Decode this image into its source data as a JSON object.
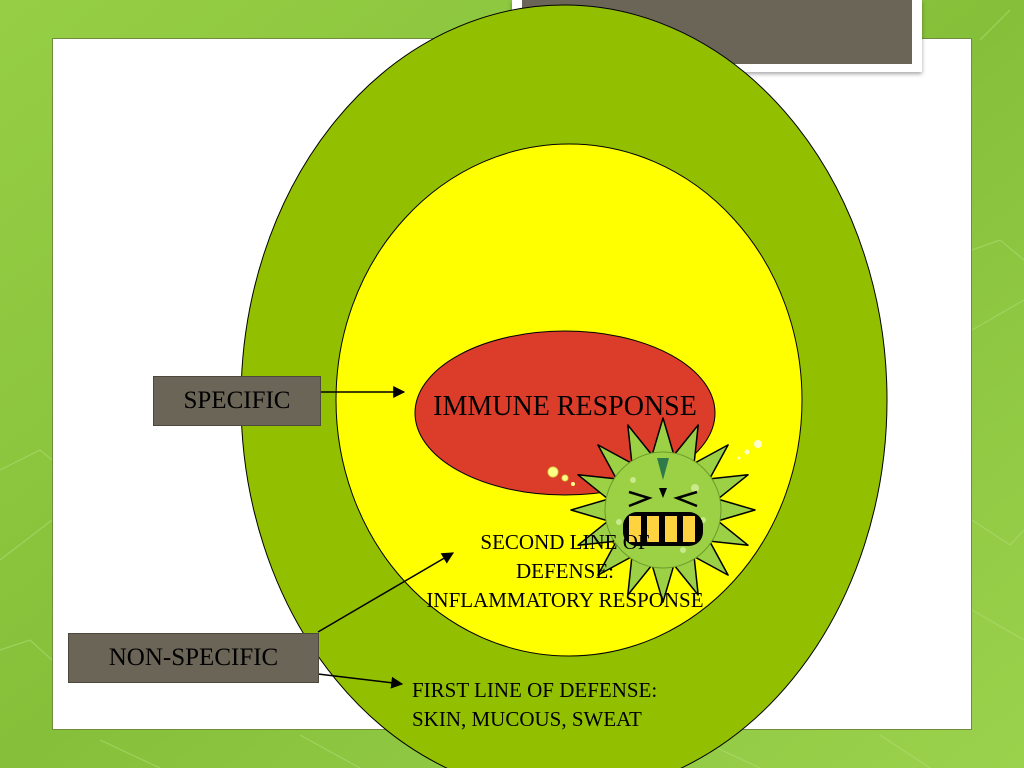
{
  "slide": {
    "colors": {
      "background": "#8cc63f",
      "outer_ring": "#92c000",
      "middle_ring": "#ffff00",
      "inner_core": "#dc3c2a",
      "tag_fill": "#6b6557",
      "germ_body": "#9dd145",
      "germ_stripes": "#ffd23f"
    }
  },
  "diagram": {
    "core_label": "IMMUNE RESPONSE",
    "second_line": [
      "SECOND LINE OF",
      "DEFENSE:",
      "INFLAMMATORY RESPONSE"
    ],
    "first_line": [
      "FIRST LINE OF DEFENSE:",
      "SKIN, MUCOUS, SWEAT"
    ]
  },
  "tags": {
    "specific": "SPECIFIC",
    "non_specific": "NON-SPECIFIC"
  },
  "icons": {
    "germ": "angry-germ-icon"
  }
}
